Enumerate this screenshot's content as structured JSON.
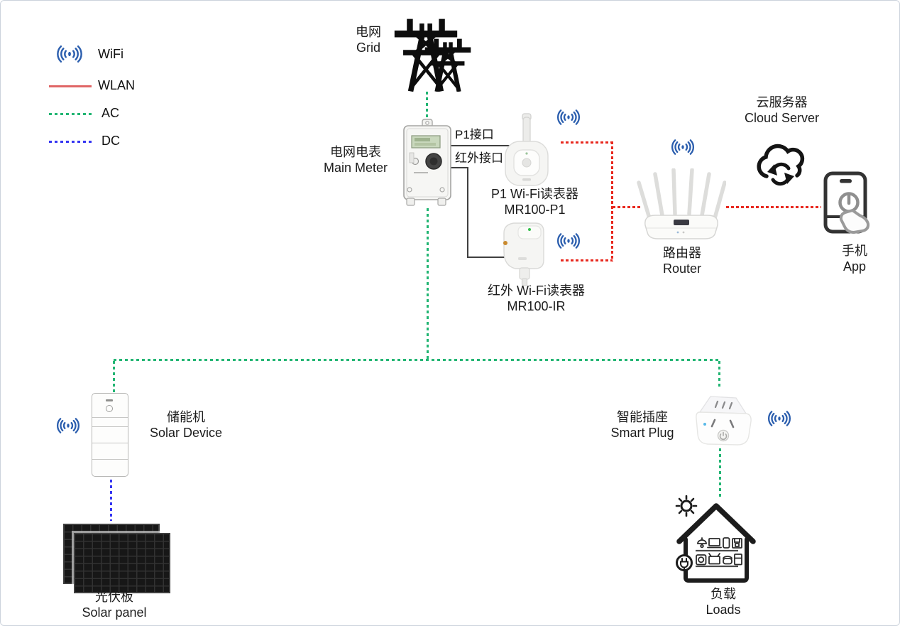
{
  "legend": {
    "items": [
      {
        "name": "wifi",
        "label": "WiFi",
        "style": "icon",
        "color": "#2b5eae"
      },
      {
        "name": "wlan",
        "label": "WLAN",
        "style": "solid",
        "color": "#e06666"
      },
      {
        "name": "ac",
        "label": "AC",
        "style": "dashed",
        "color": "#22b573"
      },
      {
        "name": "dc",
        "label": "DC",
        "style": "dashed",
        "color": "#3434f2"
      }
    ]
  },
  "colors": {
    "wifi_icon": "#2b5eae",
    "wlan_line": "#e8281e",
    "ac_line": "#22b573",
    "dc_line": "#3434f2",
    "wired_line": "#3f3f3f",
    "text": "#1c1c1c"
  },
  "nodes": {
    "grid": {
      "label_zh": "电网",
      "label_en": "Grid"
    },
    "main_meter": {
      "label_zh": "电网电表",
      "label_en": "Main Meter"
    },
    "p1_reader": {
      "label_zh": "P1 Wi-Fi读表器",
      "label_en": "MR100-P1",
      "port_label": "P1接口"
    },
    "ir_reader": {
      "label_zh": "红外 Wi-Fi读表器",
      "label_en": "MR100-IR",
      "port_label": "红外接口"
    },
    "router": {
      "label_zh": "路由器",
      "label_en": "Router"
    },
    "cloud_server": {
      "label_zh": "云服务器",
      "label_en": "Cloud Server"
    },
    "phone": {
      "label_zh": "手机",
      "label_en": "App"
    },
    "solar_device": {
      "label_zh": "储能机",
      "label_en": "Solar Device"
    },
    "solar_panel": {
      "label_zh": "光伏板",
      "label_en": "Solar panel"
    },
    "smart_plug": {
      "label_zh": "智能插座",
      "label_en": "Smart Plug"
    },
    "loads": {
      "label_zh": "负载",
      "label_en": "Loads"
    }
  },
  "connections": [
    {
      "from": "grid",
      "to": "main_meter",
      "type": "AC"
    },
    {
      "from": "main_meter",
      "to": "p1_reader",
      "type": "wired",
      "label": "P1接口"
    },
    {
      "from": "main_meter",
      "to": "ir_reader",
      "type": "wired",
      "label": "红外接口"
    },
    {
      "from": "p1_reader",
      "to": "router",
      "type": "WLAN"
    },
    {
      "from": "ir_reader",
      "to": "router",
      "type": "WLAN"
    },
    {
      "from": "router",
      "to": "phone",
      "type": "WLAN",
      "via": "cloud_server"
    },
    {
      "from": "main_meter",
      "to": "solar_device",
      "type": "AC"
    },
    {
      "from": "main_meter",
      "to": "smart_plug",
      "type": "AC"
    },
    {
      "from": "smart_plug",
      "to": "loads",
      "type": "AC"
    },
    {
      "from": "solar_device",
      "to": "solar_panel",
      "type": "DC"
    }
  ]
}
